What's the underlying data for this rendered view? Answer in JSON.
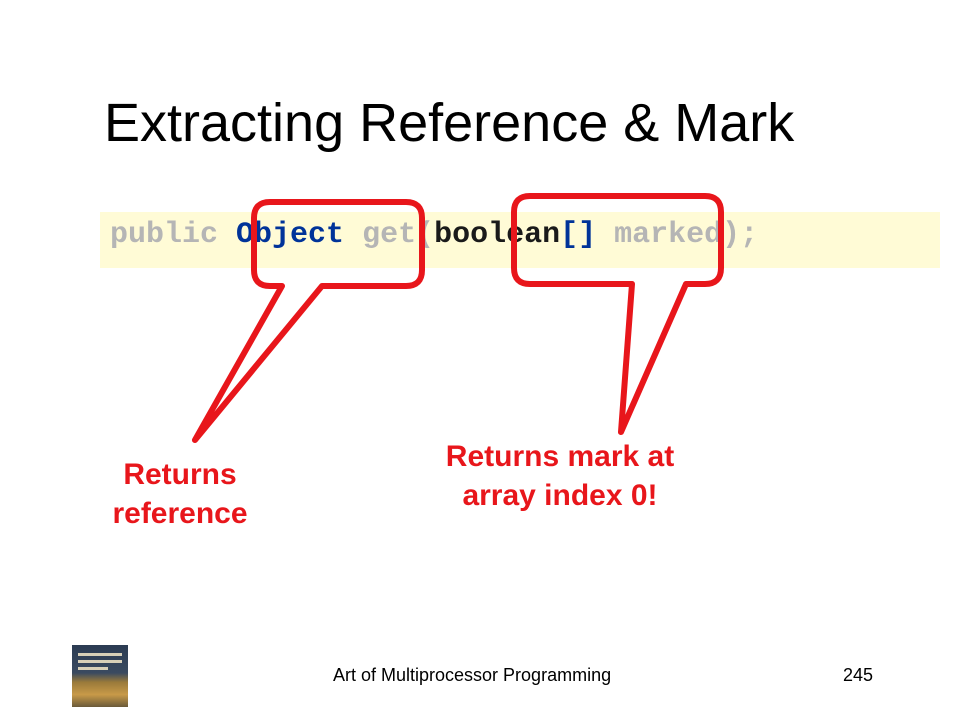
{
  "title": "Extracting Reference & Mark",
  "code": {
    "t1": "public ",
    "t2": "Object",
    "t3": " get(",
    "t4": "boolean",
    "t5": "[]",
    "t6": " marked);"
  },
  "callouts": {
    "returns_reference": [
      "Returns",
      "reference"
    ],
    "returns_mark": [
      "Returns mark at",
      "array index 0!"
    ]
  },
  "footer": {
    "text": "Art of Multiprocessor Programming",
    "page": "245"
  },
  "colors": {
    "callout_red": "#e8161b",
    "code_highlight_bg": "#fffbd6",
    "code_blue": "#003399",
    "code_gray": "#b5b5b5"
  }
}
